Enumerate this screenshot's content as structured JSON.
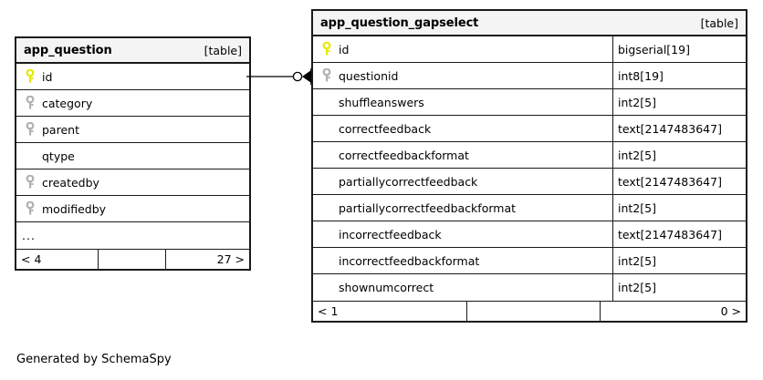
{
  "diagram": {
    "footer_note": "Generated by SchemaSpy",
    "table_tag": "[table]",
    "colors": {
      "primary_key": "#e8e800",
      "foreign_key": "#b0b0b0",
      "border": "#1a1a1a",
      "header_background": "#f4f4f4",
      "page_background": "#ffffff"
    }
  },
  "tables": [
    {
      "id": "app_question",
      "name": "app_question",
      "tag": "[table]",
      "show_types": false,
      "columns": [
        {
          "name": "id",
          "key": "primary",
          "type": ""
        },
        {
          "name": "category",
          "key": "foreign",
          "type": ""
        },
        {
          "name": "parent",
          "key": "foreign",
          "type": ""
        },
        {
          "name": "qtype",
          "key": "none",
          "type": ""
        },
        {
          "name": "createdby",
          "key": "foreign",
          "type": ""
        },
        {
          "name": "modifiedby",
          "key": "foreign",
          "type": ""
        }
      ],
      "ellipsis": "...",
      "footer": {
        "left": "< 4",
        "middle": "",
        "right": "27 >"
      }
    },
    {
      "id": "app_question_gapselect",
      "name": "app_question_gapselect",
      "tag": "[table]",
      "show_types": true,
      "columns": [
        {
          "name": "id",
          "key": "primary",
          "type": "bigserial[19]"
        },
        {
          "name": "questionid",
          "key": "foreign",
          "type": "int8[19]"
        },
        {
          "name": "shuffleanswers",
          "key": "none",
          "type": "int2[5]"
        },
        {
          "name": "correctfeedback",
          "key": "none",
          "type": "text[2147483647]"
        },
        {
          "name": "correctfeedbackformat",
          "key": "none",
          "type": "int2[5]"
        },
        {
          "name": "partiallycorrectfeedback",
          "key": "none",
          "type": "text[2147483647]"
        },
        {
          "name": "partiallycorrectfeedbackformat",
          "key": "none",
          "type": "int2[5]"
        },
        {
          "name": "incorrectfeedback",
          "key": "none",
          "type": "text[2147483647]"
        },
        {
          "name": "incorrectfeedbackformat",
          "key": "none",
          "type": "int2[5]"
        },
        {
          "name": "shownumcorrect",
          "key": "none",
          "type": "int2[5]"
        }
      ],
      "ellipsis": null,
      "footer": {
        "left": "< 1",
        "middle": "",
        "right": "0 >"
      }
    }
  ],
  "relationship": {
    "from_table": "app_question",
    "from_column": "id",
    "to_table": "app_question_gapselect",
    "to_column": "questionid",
    "from_cardinality": "one",
    "to_cardinality": "zero-or-many"
  }
}
